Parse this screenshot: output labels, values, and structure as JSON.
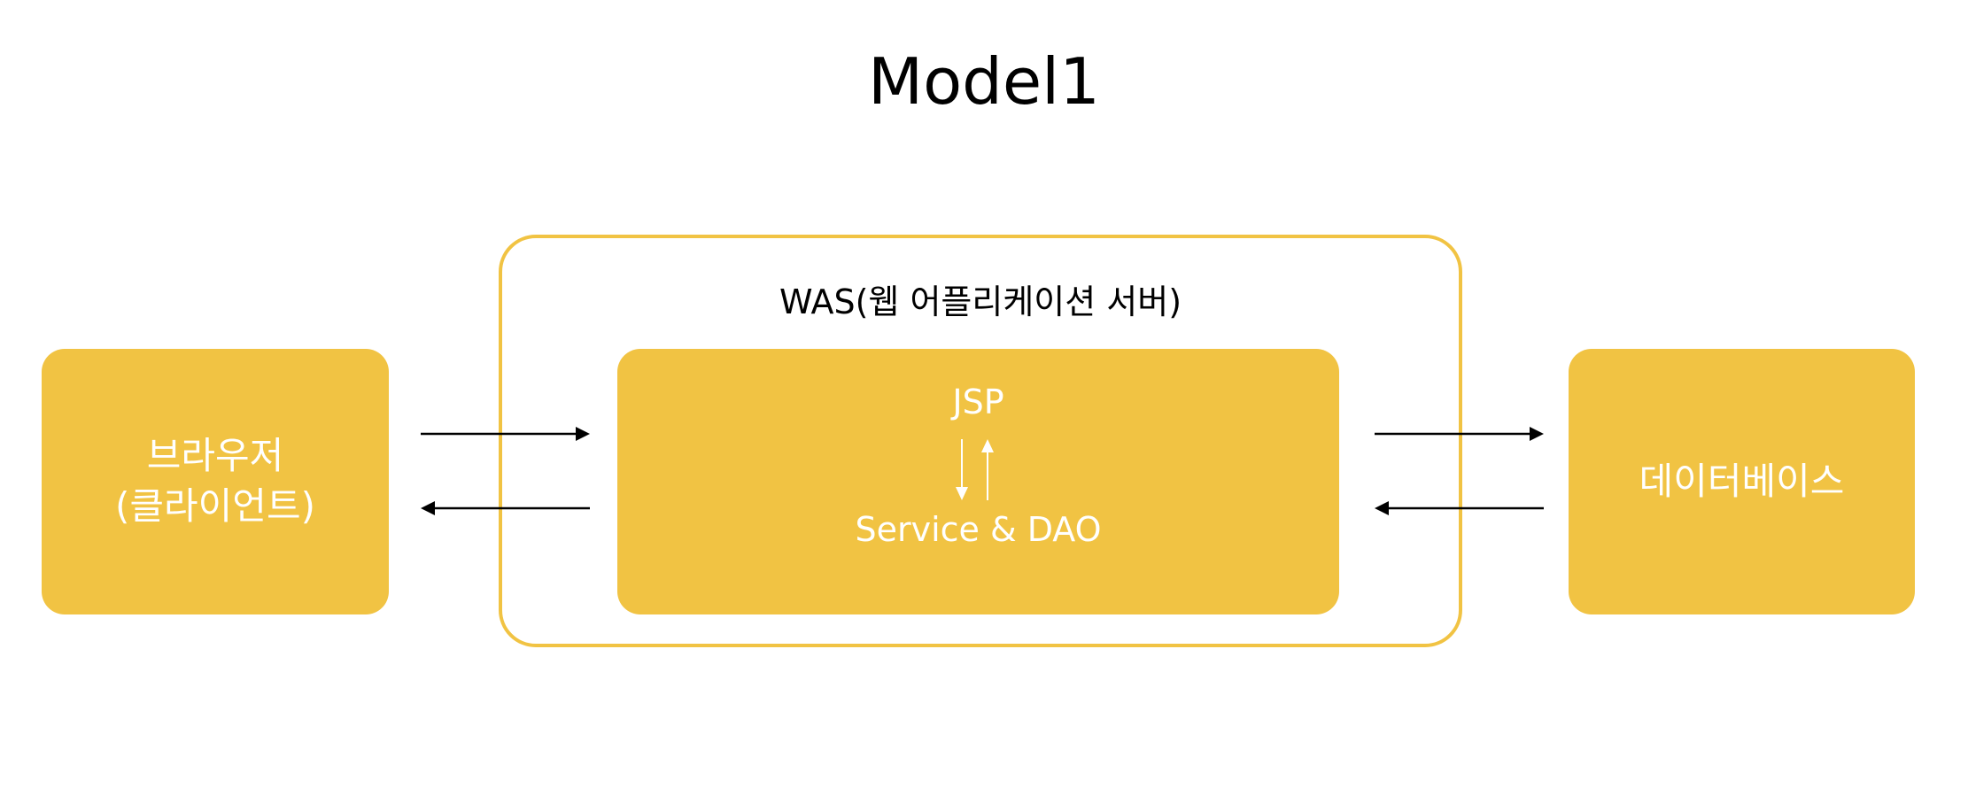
{
  "title": "Model1",
  "was": {
    "label": "WAS(웹 어플리케이션 서버)"
  },
  "browser": {
    "line1": "브라우저",
    "line2": "(클라이언트)"
  },
  "inner": {
    "top": "JSP",
    "bottom": "Service & DAO"
  },
  "database": {
    "label": "데이터베이스"
  },
  "colors": {
    "accent": "#F1C343",
    "arrow": "#000000",
    "text_on_accent": "#FFFFFF"
  }
}
